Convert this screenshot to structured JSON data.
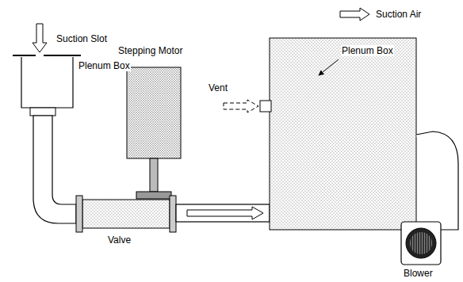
{
  "diagram": {
    "labels": [
      "Suction Slot",
      "Plenum Box",
      "Stepping Motor",
      "Vent",
      "Plenum Box",
      "Valve",
      "Blower"
    ],
    "legend": [
      {
        "text": "Suction Air"
      }
    ]
  }
}
